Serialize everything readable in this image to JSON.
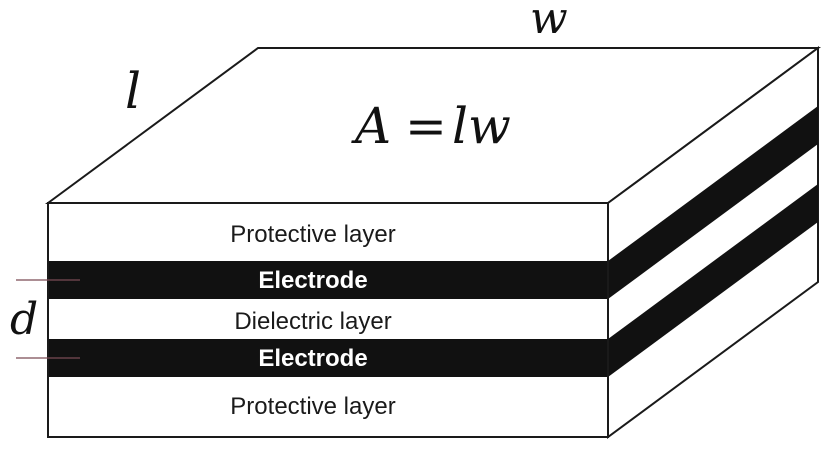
{
  "diagram": {
    "formula": {
      "lhs": "A",
      "op": "=",
      "rhs": "lw"
    },
    "dimension_labels": {
      "length": "l",
      "width": "w",
      "thickness": "d"
    },
    "layers": [
      {
        "label": "Protective layer",
        "kind": "protective"
      },
      {
        "label": "Electrode",
        "kind": "electrode"
      },
      {
        "label": "Dielectric layer",
        "kind": "dielectric"
      },
      {
        "label": "Electrode",
        "kind": "electrode"
      },
      {
        "label": "Protective layer",
        "kind": "protective"
      }
    ],
    "colors": {
      "electrode": "#111111",
      "outline": "#1a1a1a",
      "face": "#ffffff",
      "tick": "#7a4b55"
    }
  }
}
